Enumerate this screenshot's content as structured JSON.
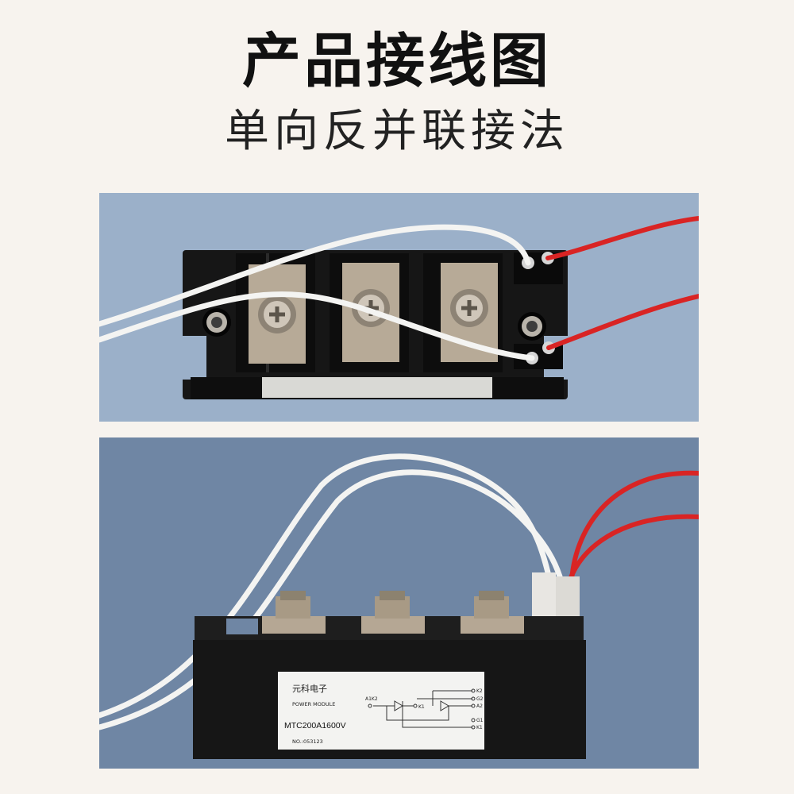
{
  "title": "产品接线图",
  "subtitle": "单向反并联接法",
  "photo_bottom": {
    "label": {
      "brand": "元科电子",
      "type": "POWER MODULE",
      "model": "MTC200A1600V",
      "serial": "NO.:053123",
      "pins": {
        "a1k2": "A1K2",
        "k1_mid": "K1",
        "k2": "K2",
        "g2": "G2",
        "a2": "A2",
        "g1": "G1",
        "k1": "K1"
      }
    }
  },
  "colors": {
    "page_bg": "#f7f3ee",
    "top_photo_bg": "#9bb0c9",
    "bottom_photo_bg": "#6f86a4",
    "module_body": "#141414",
    "terminal_metal": "#b7aa97",
    "wire_white": "#f4f4f2",
    "wire_red": "#d92424"
  }
}
